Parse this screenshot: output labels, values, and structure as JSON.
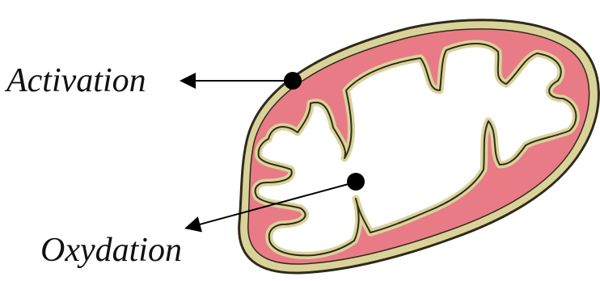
{
  "labels": {
    "activation": "Activation",
    "oxydation": "Oxydation"
  },
  "colors": {
    "outer_membrane_fill": "#d9d39a",
    "outer_membrane_stroke": "#2f2a1a",
    "intermembrane_space": "#e97b87",
    "inner_membrane": "#d9d39a",
    "inner_membrane_stroke": "#2f2a1a",
    "matrix": "#ffffff",
    "marker": "#000000",
    "arrow": "#000000"
  },
  "icons": {
    "organelle": "mitochondrion-icon",
    "marker_activation": "dot-marker",
    "marker_oxydation": "dot-marker"
  }
}
